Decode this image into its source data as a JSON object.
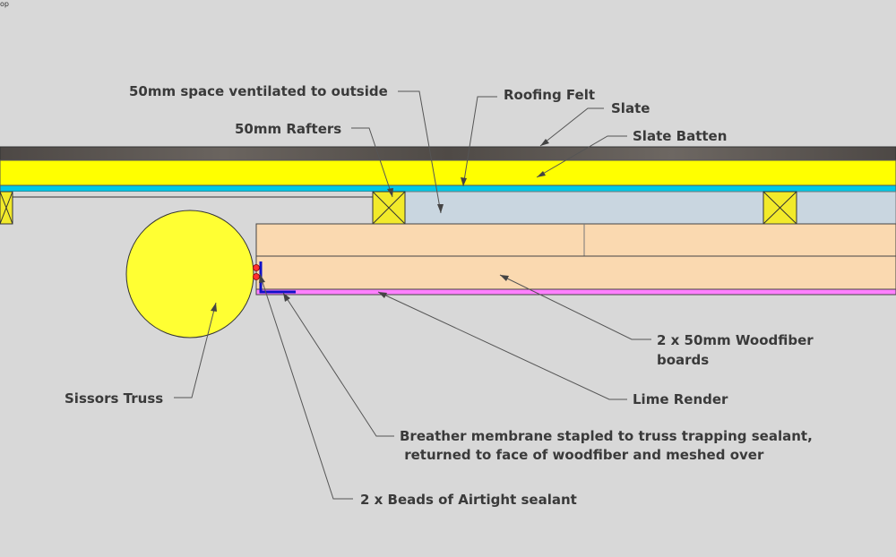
{
  "corner_text": "op",
  "labels": {
    "ventilated_space": "50mm space ventilated to outside",
    "roofing_felt": "Roofing Felt",
    "slate": "Slate",
    "slate_batten": "Slate Batten",
    "rafters": "50mm Rafters",
    "woodfiber_line1": "2 x 50mm Woodfiber",
    "woodfiber_line2": "boards",
    "scissors_truss": "Sissors Truss",
    "lime_render": "Lime Render",
    "breather_line1": "Breather membrane stapled to truss trapping sealant,",
    "breather_line2": " returned to face of woodfiber and meshed over",
    "airtight_sealant": "2 x Beads of Airtight sealant"
  },
  "colors": {
    "background": "#d8d8d8",
    "slate": "#55504c",
    "batten": "#ffff00",
    "felt": "#00c8e6",
    "rafter": "#f2ea2a",
    "air_space": "#c9d6e0",
    "woodfiber": "#fad9b0",
    "lime_render": "#ff80ff",
    "truss": "#ffff33",
    "membrane": "#1010c8",
    "sealant": "#ff3030"
  }
}
